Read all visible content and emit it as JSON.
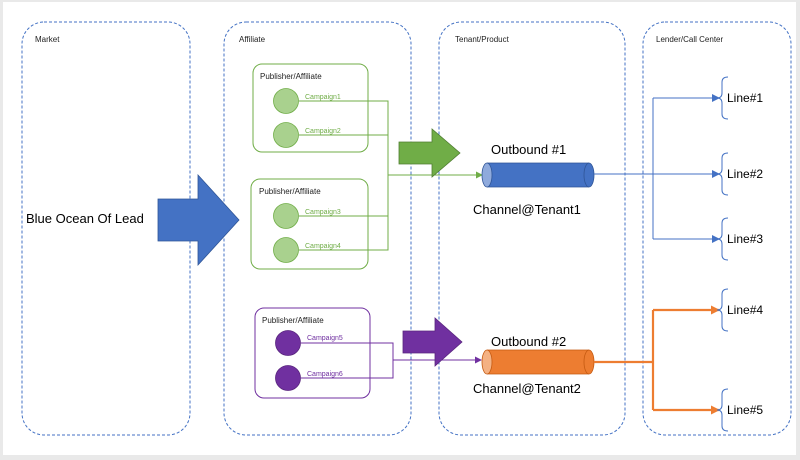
{
  "lanes": {
    "market": "Market",
    "affiliate": "Affiliate",
    "tenant": "Tenant/Product",
    "lender": "Lender/Call Center"
  },
  "source": "Blue Ocean Of Lead",
  "publishers": [
    {
      "title": "Publisher/Affiliate",
      "campaigns": [
        "Campaign1",
        "Campaign2"
      ]
    },
    {
      "title": "Publisher/Affiliate",
      "campaigns": [
        "Campaign3",
        "Campaign4"
      ]
    },
    {
      "title": "Publisher/Affiliate",
      "campaigns": [
        "Campaign5",
        "Campaign6"
      ]
    }
  ],
  "outbounds": [
    {
      "label": "Outbound  #1",
      "channel": "Channel@Tenant1"
    },
    {
      "label": "Outbound  #2",
      "channel": "Channel@Tenant2"
    }
  ],
  "lines": [
    "Line#1",
    "Line#2",
    "Line#3",
    "Line#4",
    "Line#5"
  ],
  "colors": {
    "blue": "#4472c4",
    "green": "#70ad47",
    "light_green": "#a9d18e",
    "purple": "#7030a0",
    "orange": "#ed7d31"
  }
}
